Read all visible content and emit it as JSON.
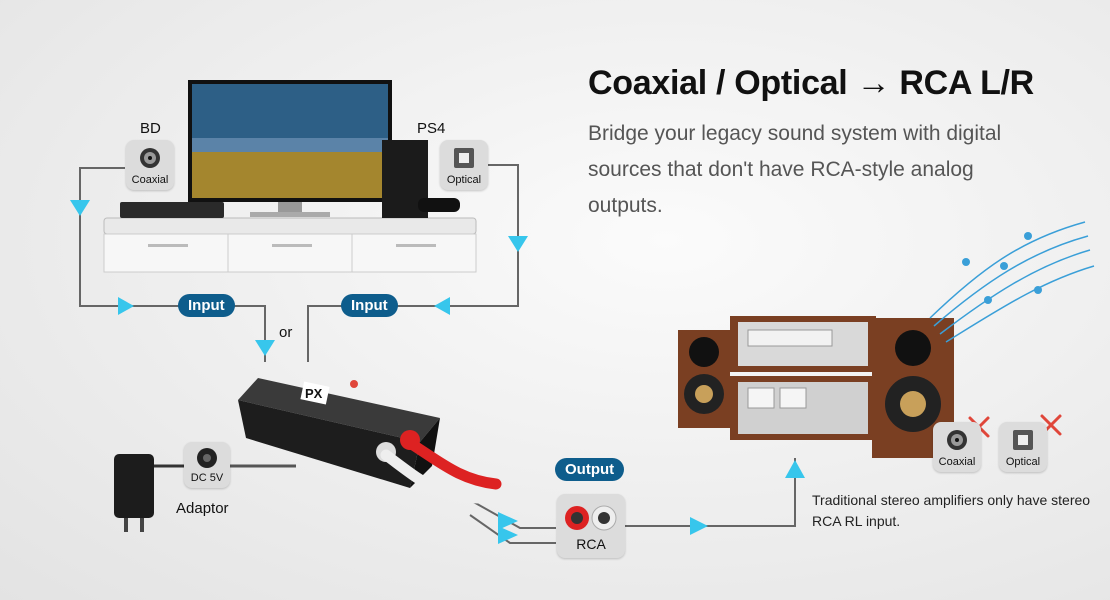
{
  "header": {
    "title": "Coaxial / Optical → RCA L/R",
    "subtitle": "Bridge your legacy sound system with digital sources that don't have RCA-style analog outputs."
  },
  "sources": {
    "bd_label": "BD",
    "bd_port": "Coaxial",
    "ps4_label": "PS4",
    "ps4_port": "Optical"
  },
  "connections": {
    "input_left": "Input",
    "input_right": "Input",
    "or_text": "or",
    "output": "Output",
    "rca": "RCA"
  },
  "converter": {
    "logo": "PX",
    "dc_label": "DC 5V",
    "adaptor_label": "Adaptor"
  },
  "amplifier": {
    "coaxial_port": "Coaxial",
    "optical_port": "Optical",
    "note": "Traditional stereo amplifiers only have stereo RCA RL input."
  },
  "colors": {
    "pill": "#0e5d8c",
    "arrow": "#37c6ec",
    "cross": "#e0463a",
    "wood": "#7a3f22"
  }
}
